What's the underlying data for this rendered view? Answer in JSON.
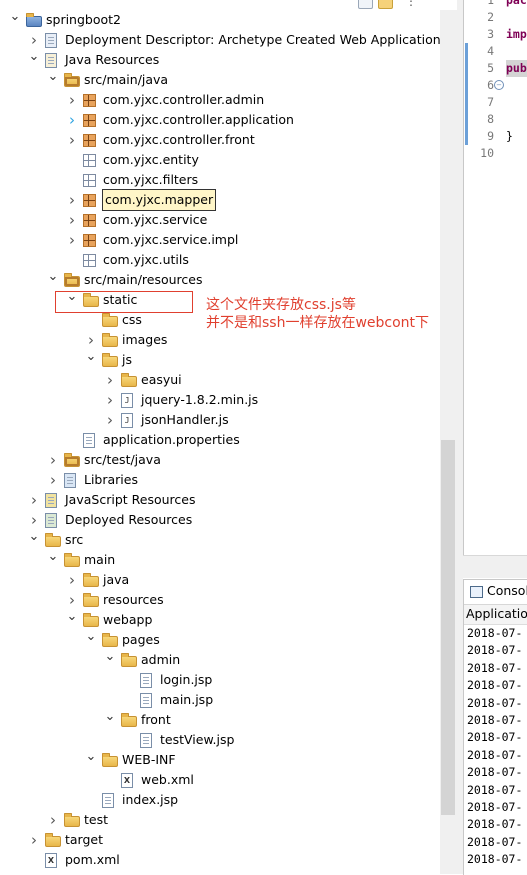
{
  "tree": [
    {
      "label": "springboot2",
      "depth": 0,
      "toggle": "exp",
      "icon": "project-icon",
      "name": "tree-item-springboot2"
    },
    {
      "label": "Deployment Descriptor: Archetype Created Web Application",
      "depth": 1,
      "toggle": "col",
      "icon": "descriptor-icon",
      "name": "tree-item-deployment-descriptor"
    },
    {
      "label": "Java Resources",
      "depth": 1,
      "toggle": "exp",
      "icon": "java-resources-icon",
      "name": "tree-item-java-resources"
    },
    {
      "label": "src/main/java",
      "depth": 2,
      "toggle": "exp",
      "icon": "source-folder-icon",
      "name": "tree-item-src-main-java"
    },
    {
      "label": "com.yjxc.controller.admin",
      "depth": 3,
      "toggle": "col",
      "icon": "package-icon",
      "name": "tree-item-controller-admin"
    },
    {
      "label": "com.yjxc.controller.application",
      "depth": 3,
      "toggle": "hl",
      "icon": "package-icon",
      "name": "tree-item-controller-application"
    },
    {
      "label": "com.yjxc.controller.front",
      "depth": 3,
      "toggle": "col",
      "icon": "package-icon",
      "name": "tree-item-controller-front"
    },
    {
      "label": "com.yjxc.entity",
      "depth": 3,
      "toggle": "none",
      "icon": "empty-package-icon",
      "name": "tree-item-entity"
    },
    {
      "label": "com.yjxc.filters",
      "depth": 3,
      "toggle": "none",
      "icon": "empty-package-icon",
      "name": "tree-item-filters"
    },
    {
      "label": "com.yjxc.mapper",
      "depth": 3,
      "toggle": "col",
      "icon": "package-icon",
      "name": "tree-item-mapper",
      "highlight": true
    },
    {
      "label": "com.yjxc.service",
      "depth": 3,
      "toggle": "col",
      "icon": "package-icon",
      "name": "tree-item-service"
    },
    {
      "label": "com.yjxc.service.impl",
      "depth": 3,
      "toggle": "col",
      "icon": "package-icon",
      "name": "tree-item-service-impl"
    },
    {
      "label": "com.yjxc.utils",
      "depth": 3,
      "toggle": "none",
      "icon": "empty-package-icon",
      "name": "tree-item-utils"
    },
    {
      "label": "src/main/resources",
      "depth": 2,
      "toggle": "exp",
      "icon": "source-folder-icon",
      "name": "tree-item-src-main-resources"
    },
    {
      "label": "static",
      "depth": 3,
      "toggle": "exp",
      "icon": "folder-icon",
      "name": "tree-item-static"
    },
    {
      "label": "css",
      "depth": 4,
      "toggle": "none",
      "icon": "folder-icon",
      "name": "tree-item-css"
    },
    {
      "label": "images",
      "depth": 4,
      "toggle": "col",
      "icon": "folder-icon",
      "name": "tree-item-images"
    },
    {
      "label": "js",
      "depth": 4,
      "toggle": "exp",
      "icon": "folder-icon",
      "name": "tree-item-js"
    },
    {
      "label": "easyui",
      "depth": 5,
      "toggle": "col",
      "icon": "folder-icon",
      "name": "tree-item-easyui"
    },
    {
      "label": "jquery-1.8.2.min.js",
      "depth": 5,
      "toggle": "col",
      "icon": "js-file-icon",
      "name": "tree-item-jquery"
    },
    {
      "label": "jsonHandler.js",
      "depth": 5,
      "toggle": "col",
      "icon": "js-file-icon",
      "name": "tree-item-jsonhandler"
    },
    {
      "label": "application.properties",
      "depth": 3,
      "toggle": "none",
      "icon": "file-icon",
      "name": "tree-item-application-properties"
    },
    {
      "label": "src/test/java",
      "depth": 2,
      "toggle": "col",
      "icon": "source-folder-icon",
      "name": "tree-item-src-test-java"
    },
    {
      "label": "Libraries",
      "depth": 2,
      "toggle": "col",
      "icon": "library-icon",
      "name": "tree-item-libraries"
    },
    {
      "label": "JavaScript Resources",
      "depth": 1,
      "toggle": "col",
      "icon": "js-resources-icon",
      "name": "tree-item-javascript-resources"
    },
    {
      "label": "Deployed Resources",
      "depth": 1,
      "toggle": "col",
      "icon": "deployed-resources-icon",
      "name": "tree-item-deployed-resources"
    },
    {
      "label": "src",
      "depth": 1,
      "toggle": "exp",
      "icon": "folder-icon",
      "name": "tree-item-src"
    },
    {
      "label": "main",
      "depth": 2,
      "toggle": "exp",
      "icon": "folder-icon",
      "name": "tree-item-main"
    },
    {
      "label": "java",
      "depth": 3,
      "toggle": "col",
      "icon": "folder-icon",
      "name": "tree-item-java"
    },
    {
      "label": "resources",
      "depth": 3,
      "toggle": "col",
      "icon": "folder-icon",
      "name": "tree-item-resources"
    },
    {
      "label": "webapp",
      "depth": 3,
      "toggle": "exp",
      "icon": "folder-icon",
      "name": "tree-item-webapp"
    },
    {
      "label": "pages",
      "depth": 4,
      "toggle": "exp",
      "icon": "folder-icon",
      "name": "tree-item-pages"
    },
    {
      "label": "admin",
      "depth": 5,
      "toggle": "exp",
      "icon": "folder-icon",
      "name": "tree-item-admin"
    },
    {
      "label": "login.jsp",
      "depth": 6,
      "toggle": "none",
      "icon": "file-icon",
      "name": "tree-item-login-jsp"
    },
    {
      "label": "main.jsp",
      "depth": 6,
      "toggle": "none",
      "icon": "file-icon",
      "name": "tree-item-main-jsp"
    },
    {
      "label": "front",
      "depth": 5,
      "toggle": "exp",
      "icon": "folder-icon",
      "name": "tree-item-front"
    },
    {
      "label": "testView.jsp",
      "depth": 6,
      "toggle": "none",
      "icon": "file-icon",
      "name": "tree-item-testview-jsp"
    },
    {
      "label": "WEB-INF",
      "depth": 4,
      "toggle": "exp",
      "icon": "folder-icon",
      "name": "tree-item-web-inf"
    },
    {
      "label": "web.xml",
      "depth": 5,
      "toggle": "none",
      "icon": "xml-file-icon",
      "name": "tree-item-web-xml"
    },
    {
      "label": "index.jsp",
      "depth": 4,
      "toggle": "none",
      "icon": "file-icon",
      "name": "tree-item-index-jsp"
    },
    {
      "label": "test",
      "depth": 2,
      "toggle": "col",
      "icon": "folder-icon",
      "name": "tree-item-test"
    },
    {
      "label": "target",
      "depth": 1,
      "toggle": "col",
      "icon": "folder-icon",
      "name": "tree-item-target"
    },
    {
      "label": "pom.xml",
      "depth": 1,
      "toggle": "none",
      "icon": "xml-file-icon",
      "name": "tree-item-pom-xml"
    }
  ],
  "annotation": {
    "line1": "这个文件夹存放css.js等",
    "line2": "并不是和ssh一样存放在webcont下",
    "color": "#e0402f"
  },
  "editor": {
    "line_numbers": [
      "1",
      "2",
      "3",
      "4",
      "5",
      "6",
      "7",
      "8",
      "9",
      "10"
    ],
    "code": [
      {
        "text": "pac",
        "kind": "keyword"
      },
      {
        "text": "",
        "kind": "plain"
      },
      {
        "text": "imp",
        "kind": "keyword"
      },
      {
        "text": "",
        "kind": "plain"
      },
      {
        "text": "pub",
        "kind": "highlighted"
      },
      {
        "text": "",
        "kind": "plain"
      },
      {
        "text": "",
        "kind": "plain"
      },
      {
        "text": "",
        "kind": "plain"
      },
      {
        "text": "}",
        "kind": "plain"
      },
      {
        "text": "",
        "kind": "plain"
      }
    ]
  },
  "console": {
    "tab_label": "Consol",
    "header": "Applicatior",
    "lines": [
      "2018-07-",
      "2018-07-",
      "2018-07-",
      "2018-07-",
      "2018-07-",
      "2018-07-",
      "2018-07-",
      "2018-07-",
      "2018-07-",
      "2018-07-",
      "2018-07-",
      "2018-07-",
      "2018-07-",
      "2018-07-"
    ]
  }
}
